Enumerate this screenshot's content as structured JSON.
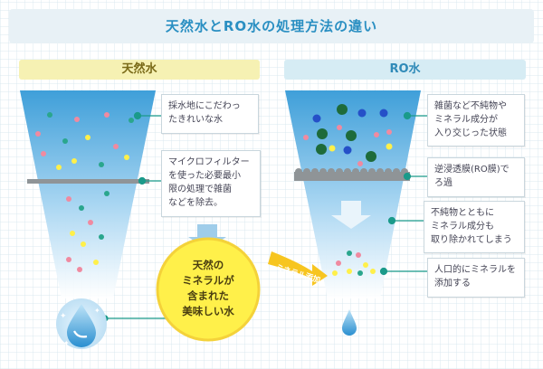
{
  "title": "天然水とRO水の処理方法の違い",
  "columns": {
    "natural": {
      "heading": "天然水"
    },
    "ro": {
      "heading": "RO水"
    }
  },
  "callouts": {
    "natural_1": [
      "採水地にこだわっ",
      "たきれいな水"
    ],
    "natural_2": [
      "マイクロフィルター",
      "を使った必要最小",
      "限の処理で雑菌",
      "などを除去。"
    ],
    "ro_1": [
      "雑菌など不純物や",
      "ミネラル成分が",
      "入り交じった状態"
    ],
    "ro_2": [
      "逆浸透膜(RO膜)で",
      "ろ過"
    ],
    "ro_3": [
      "不純物とともに",
      "ミネラル成分も",
      "取り除かれてしまう"
    ],
    "ro_4": [
      "人口的にミネラルを",
      "添加する"
    ]
  },
  "result_circle": [
    "天然の",
    "ミネラルが",
    "含まれた",
    "美味しい水"
  ],
  "mineral_arrow_label": "ミネラル添加",
  "colors": {
    "title": "#2a8fc2",
    "natural_header_bg": "#f6f1b3",
    "ro_header_bg": "#d6ecf4",
    "funnel_top": "#3f9fd9",
    "result_circle": "#fff04a",
    "arrow_yellow": "#f7c520",
    "leader_line": "#1a9a8a"
  },
  "icons": [
    "water-drop-icon",
    "down-arrow-icon",
    "mineral-add-arrow-icon",
    "germ-icon"
  ]
}
